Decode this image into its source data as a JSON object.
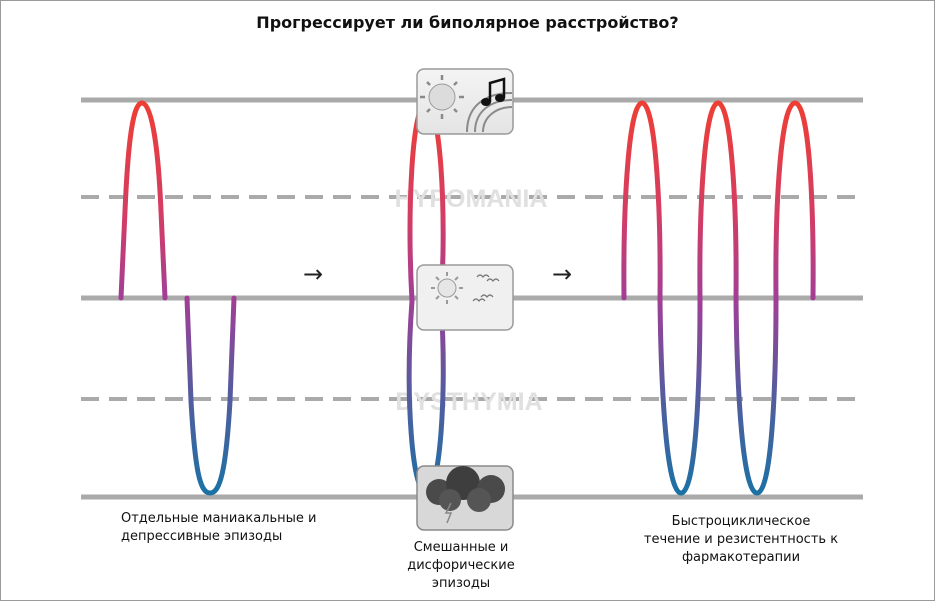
{
  "title": "Прогрессирует ли биполярное расстройство?",
  "levels": {
    "hypomania": "HYPOMANIA",
    "dysthymia": "DYSTHYMIA"
  },
  "captions": {
    "separate": [
      "Отдельные маниакальные и",
      "депрессивные эпизоды"
    ],
    "mixed": [
      "Смешанные и",
      "дисфорические",
      "эпизоды"
    ],
    "rapid": [
      "Быстроциклическое",
      "течение и резистентность к",
      "фармакотерапии"
    ]
  },
  "arrows": [
    "→",
    "→"
  ],
  "icons": {
    "mania": "sun-and-music-icon",
    "euthymia": "sun-and-birds-icon",
    "depression": "storm-cloud-icon"
  },
  "colors": {
    "mania": "#e8403a",
    "depression": "#1f6e9e",
    "transition": "#a23e96",
    "line": "#aaaaaa",
    "label": "#e2e2e2"
  }
}
